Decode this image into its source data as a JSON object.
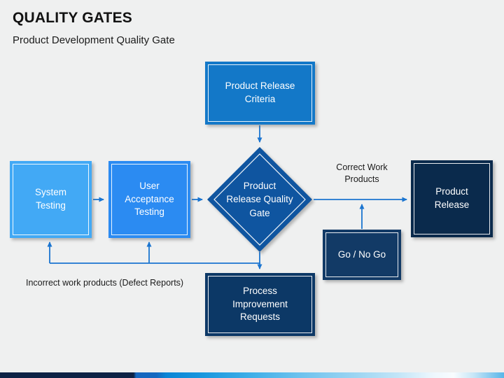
{
  "header": {
    "title": "QUALITY GATES",
    "subtitle": "Product Development Quality Gate"
  },
  "diagram": {
    "connector_color": "#1B75D0",
    "nodes": [
      {
        "id": "product-release-criteria",
        "shape": "rectangle",
        "label": "Product Release\nCriteria",
        "fill": "#1378C8"
      },
      {
        "id": "system-testing",
        "shape": "rectangle",
        "label": "System\nTesting",
        "fill": "#42A9F5"
      },
      {
        "id": "user-acceptance-testing",
        "shape": "rectangle",
        "label": "User\nAcceptance\nTesting",
        "fill": "#2B8BF2"
      },
      {
        "id": "product-release-quality-gate",
        "shape": "diamond",
        "label": "Product\nRelease Quality\nGate",
        "fill": "#0F55A0"
      },
      {
        "id": "product-release",
        "shape": "rectangle",
        "label": "Product\nRelease",
        "fill": "#0A2A4C"
      },
      {
        "id": "go-no-go",
        "shape": "rectangle",
        "label": "Go / No Go",
        "fill": "#123A66"
      },
      {
        "id": "process-improvement-requests",
        "shape": "rectangle",
        "label": "Process\nImprovement\nRequests",
        "fill": "#0C3866"
      }
    ],
    "edge_labels": {
      "correct": "Correct Work\nProducts",
      "incorrect": "Incorrect work products (Defect Reports)"
    }
  },
  "footer": {
    "gradient": [
      "#0D2245 0%",
      "#0D2245 26.5%",
      "#1566BE 27%",
      "#1468C0 31%",
      "#0B85D5 33%",
      "#1897DE 40%",
      "#3FAFE8 50%",
      "#6FC3EE 60%",
      "#9AD4F2 70%",
      "#C2E5F7 79%",
      "#EDF7FD 86%",
      "#F8FCFE 90%",
      "#C6E6F7 94%",
      "#8FCDF0 97%",
      "#59B6E8 100%"
    ]
  }
}
